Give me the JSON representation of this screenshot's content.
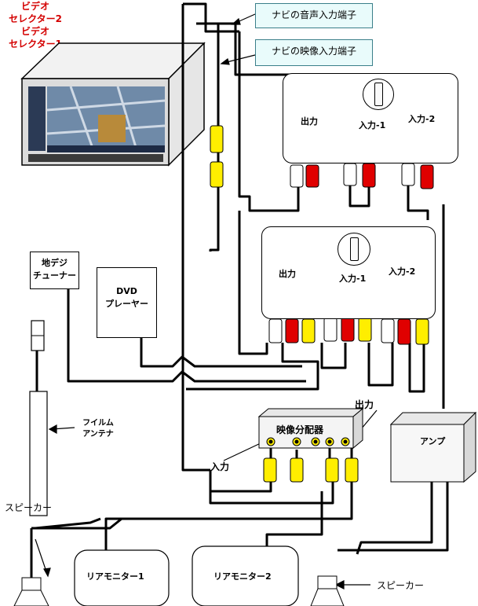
{
  "callouts": {
    "audio_in": "ナビの音声入力端子",
    "video_in": "ナビの映像入力端子"
  },
  "selector2": {
    "title_line1": "ビデオ",
    "title_line2": "セレクター2",
    "output": "出力",
    "input1": "入力-1",
    "input2": "入力-2"
  },
  "selector1": {
    "title_line1": "ビデオ",
    "title_line2": "セレクター1",
    "output": "出力",
    "input1": "入力-1",
    "input2": "入力-2"
  },
  "tuner": {
    "line1": "地デジ",
    "line2": "チューナー"
  },
  "dvd": {
    "line1": "DVD",
    "line2": "プレーヤー"
  },
  "antenna": {
    "line1": "フイルム",
    "line2": "アンテナ"
  },
  "splitter": {
    "title": "映像分配器",
    "output": "出力",
    "input": "入力"
  },
  "amp": {
    "label": "アンプ"
  },
  "speaker_left": {
    "label": "スピーカー"
  },
  "speaker_right": {
    "label": "スピーカー"
  },
  "rear_monitor_1": {
    "label": "リアモニター1"
  },
  "rear_monitor_2": {
    "label": "リアモニター2"
  },
  "colors": {
    "callout_fill": "#e9fbfb",
    "plug_yellow": "#ffee00",
    "plug_red": "#e00000",
    "jack_orange": "#f0a020",
    "title_red": "#d40000"
  }
}
